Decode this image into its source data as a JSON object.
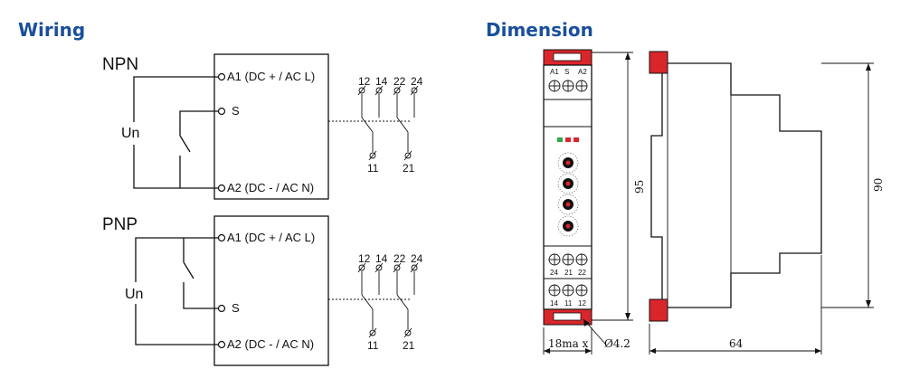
{
  "headings": {
    "wiring": "Wiring",
    "dimension": "Dimension"
  },
  "npn": {
    "title": "NPN",
    "un": "Un",
    "a1": "A1 (DC + / AC L)",
    "s": "S",
    "a2": "A2 (DC - / AC N)",
    "terminals_top": [
      "12",
      "14",
      "22",
      "24"
    ],
    "terminals_bottom": [
      "11",
      "21"
    ]
  },
  "pnp": {
    "title": "PNP",
    "un": "Un",
    "a1": "A1 (DC + / AC L)",
    "s": "S",
    "a2": "A2 (DC - / AC N)",
    "terminals_top": [
      "12",
      "14",
      "22",
      "24"
    ],
    "terminals_bottom": [
      "11",
      "21"
    ]
  },
  "device": {
    "top_terminals": [
      "A1",
      "S",
      "A2"
    ],
    "mid_terminals": [
      "24",
      "21",
      "22"
    ],
    "bottom_terminals": [
      "14",
      "11",
      "12"
    ],
    "led_colors": [
      "#2fa84f",
      "#d9262b",
      "#d9262b"
    ],
    "accent_red": "#d9262b"
  },
  "dimensions": {
    "height_front": "95",
    "height_side": "90",
    "width_front": "18ma x",
    "hole": "Ø4.2",
    "depth": "64"
  }
}
